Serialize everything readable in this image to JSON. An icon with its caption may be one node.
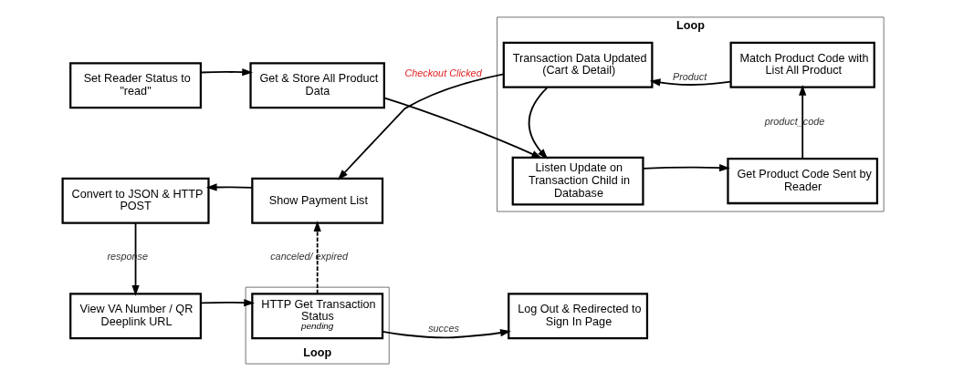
{
  "diagram": {
    "nodes": [
      {
        "text": [
          "Loop"
        ]
      },
      {
        "text": [
          "Set Reader Status to \"read\""
        ]
      },
      {
        "text": [
          "Get & Store All Product Data"
        ]
      },
      {
        "text": [
          "Listen Update on Transaction Child in Database"
        ],
        "in": 0
      },
      {
        "text": [
          "Get Product Code Sent by Reader"
        ],
        "in": 0
      },
      {
        "text": [
          "Match Product Code with List All Product"
        ],
        "in": 0
      },
      {
        "text": [
          "Transaction Data Updated (Cart & Detail)"
        ],
        "in": 0
      },
      {
        "text": [
          "Show Payment List"
        ]
      },
      {
        "text": [
          "Convert to JSON & HTTP POST"
        ]
      },
      {
        "text": [
          "View VA Number / QR Deeplink URL"
        ]
      },
      {
        "text": [
          "Loop"
        ]
      },
      {
        "text": [
          "HTTP Get Transaction Status",
          "pending"
        ],
        "in": 10
      },
      {
        "text": [
          "Log Out & Redirected to Sign In Page"
        ]
      }
    ],
    "edges": [
      {
        "from": 1,
        "to": 2,
        "arrow": "to"
      },
      {
        "from": 2,
        "to": 3,
        "arrow": "to"
      },
      {
        "from": 3,
        "to": 4,
        "arrow": "to"
      },
      {
        "from": 4,
        "to": 5,
        "arrow": "to",
        "label": "product_code"
      },
      {
        "from": 5,
        "to": 6,
        "arrow": "to",
        "label": "Product"
      },
      {
        "from": 6,
        "to": 3,
        "arrow": "to"
      },
      {
        "from": 6,
        "to": 7,
        "arrow": "to",
        "label": "Checkout Clicked"
      },
      {
        "from": 7,
        "to": 8,
        "arrow": "to"
      },
      {
        "from": 8,
        "to": 9,
        "arrow": "to",
        "label": "response"
      },
      {
        "from": 9,
        "to": 11,
        "arrow": "to"
      },
      {
        "from": 11,
        "to": 7,
        "arrow": "to",
        "label": "canceled/ expired",
        "style": "dashed"
      },
      {
        "from": 11,
        "to": 12,
        "arrow": "to",
        "label": "succes"
      }
    ]
  }
}
